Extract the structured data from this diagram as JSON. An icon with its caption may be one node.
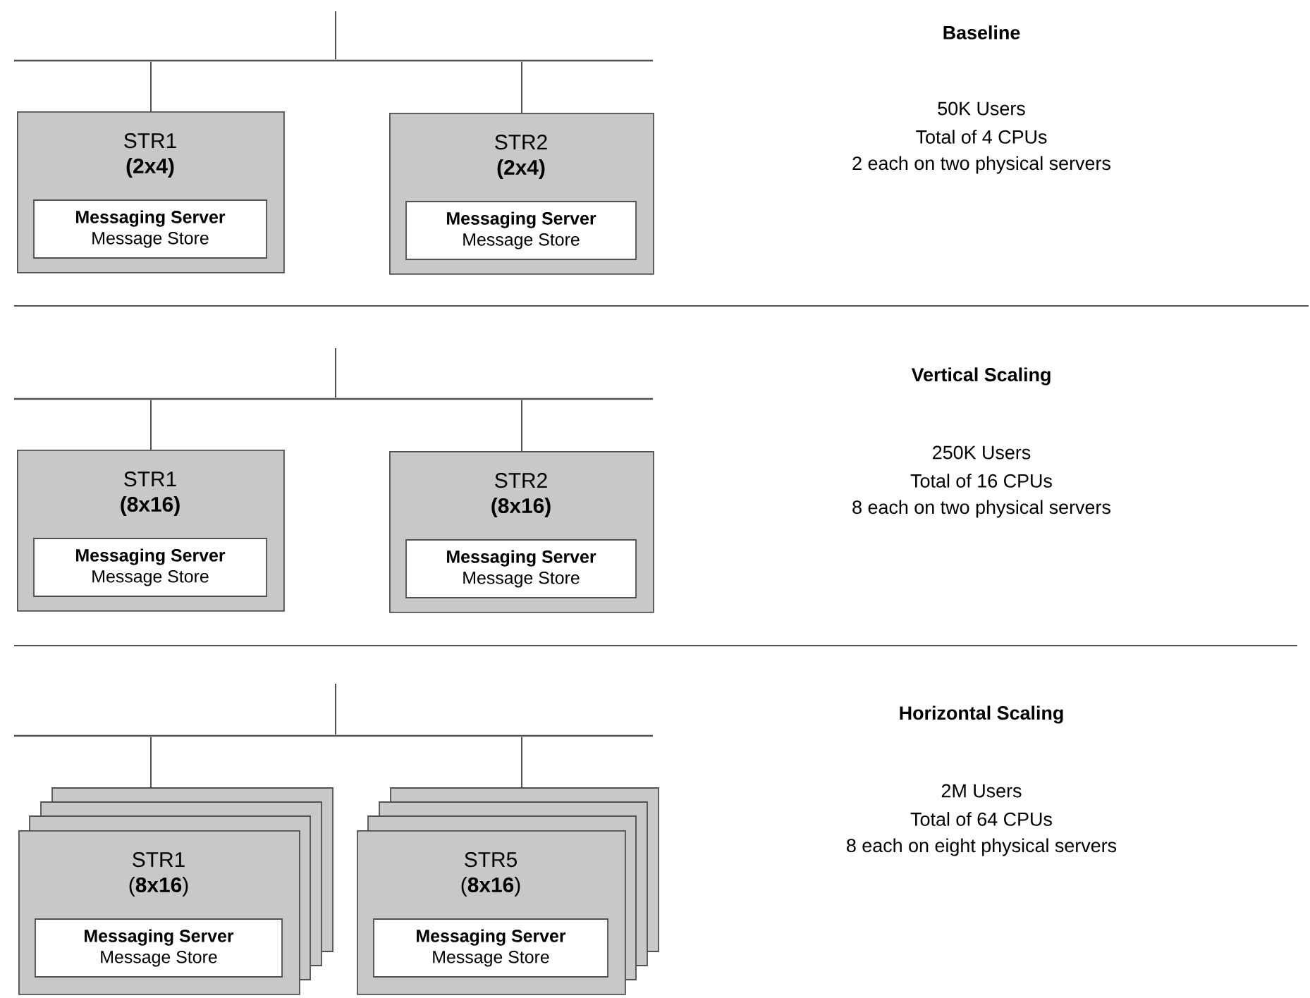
{
  "diagram": {
    "nodes": [
      {
        "text": [],
        "shape": "bar"
      },
      {
        "text": [
          "STR1",
          "(2x4)"
        ]
      },
      {
        "text": [
          "Messaging Server",
          "Message Store"
        ],
        "in": 1
      },
      {
        "text": [
          "STR2",
          "(2x4)"
        ]
      },
      {
        "text": [
          "Messaging Server",
          "Message Store"
        ],
        "in": 3
      },
      {
        "text": [],
        "shape": "bar"
      },
      {
        "text": [
          "STR1",
          "(8x16)"
        ]
      },
      {
        "text": [
          "Messaging Server",
          "Message Store"
        ],
        "in": 6
      },
      {
        "text": [
          "STR2",
          "(8x16)"
        ]
      },
      {
        "text": [
          "Messaging Server",
          "Message Store"
        ],
        "in": 8
      },
      {
        "text": [],
        "shape": "bar"
      },
      {
        "text": [
          "STR1",
          "(**8x16**)"
        ]
      },
      {
        "text": [
          "Messaging Server",
          "Message Store"
        ],
        "in": 11
      },
      {
        "text": [
          "STR5",
          "(**8x16**)"
        ]
      },
      {
        "text": [
          "Messaging Server",
          "Message Store"
        ],
        "in": 13
      }
    ],
    "edges": [
      {
        "from": null,
        "to": 0,
        "arrow": "none"
      },
      {
        "from": 0,
        "to": 1,
        "arrow": "none"
      },
      {
        "from": 0,
        "to": 3,
        "arrow": "none"
      },
      {
        "from": null,
        "to": 5,
        "arrow": "none"
      },
      {
        "from": 5,
        "to": 6,
        "arrow": "none"
      },
      {
        "from": 5,
        "to": 8,
        "arrow": "none"
      },
      {
        "from": null,
        "to": 10,
        "arrow": "none"
      },
      {
        "from": 10,
        "to": 11,
        "arrow": "none"
      },
      {
        "from": 10,
        "to": 13,
        "arrow": "none"
      }
    ],
    "labels": [
      "Baseline",
      "50K Users",
      "Total of 4 CPUs",
      "2 each on two physical servers",
      "Vertical Scaling",
      "250K Users",
      "Total of 16 CPUs",
      "8 each on two physical servers",
      "Horizontal Scaling",
      "2M Users",
      "Total of 64 CPUs",
      "8 each on eight physical servers"
    ]
  }
}
